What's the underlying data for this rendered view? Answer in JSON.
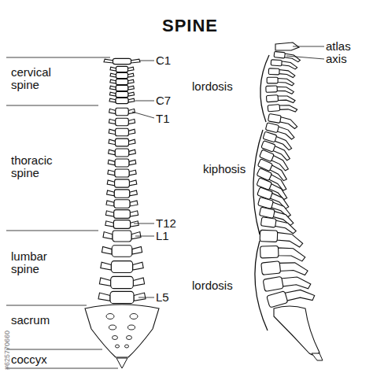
{
  "diagram": {
    "title": "SPINE",
    "labels": [
      "cervical spine",
      "C1",
      "lordosis",
      "atlas",
      "axis",
      "C7",
      "T1",
      "thoracic spine",
      "kiphosis",
      "T12",
      "L1",
      "lumbar spine",
      "lordosis",
      "L5",
      "sacrum",
      "coccyx",
      "#625770660"
    ]
  }
}
